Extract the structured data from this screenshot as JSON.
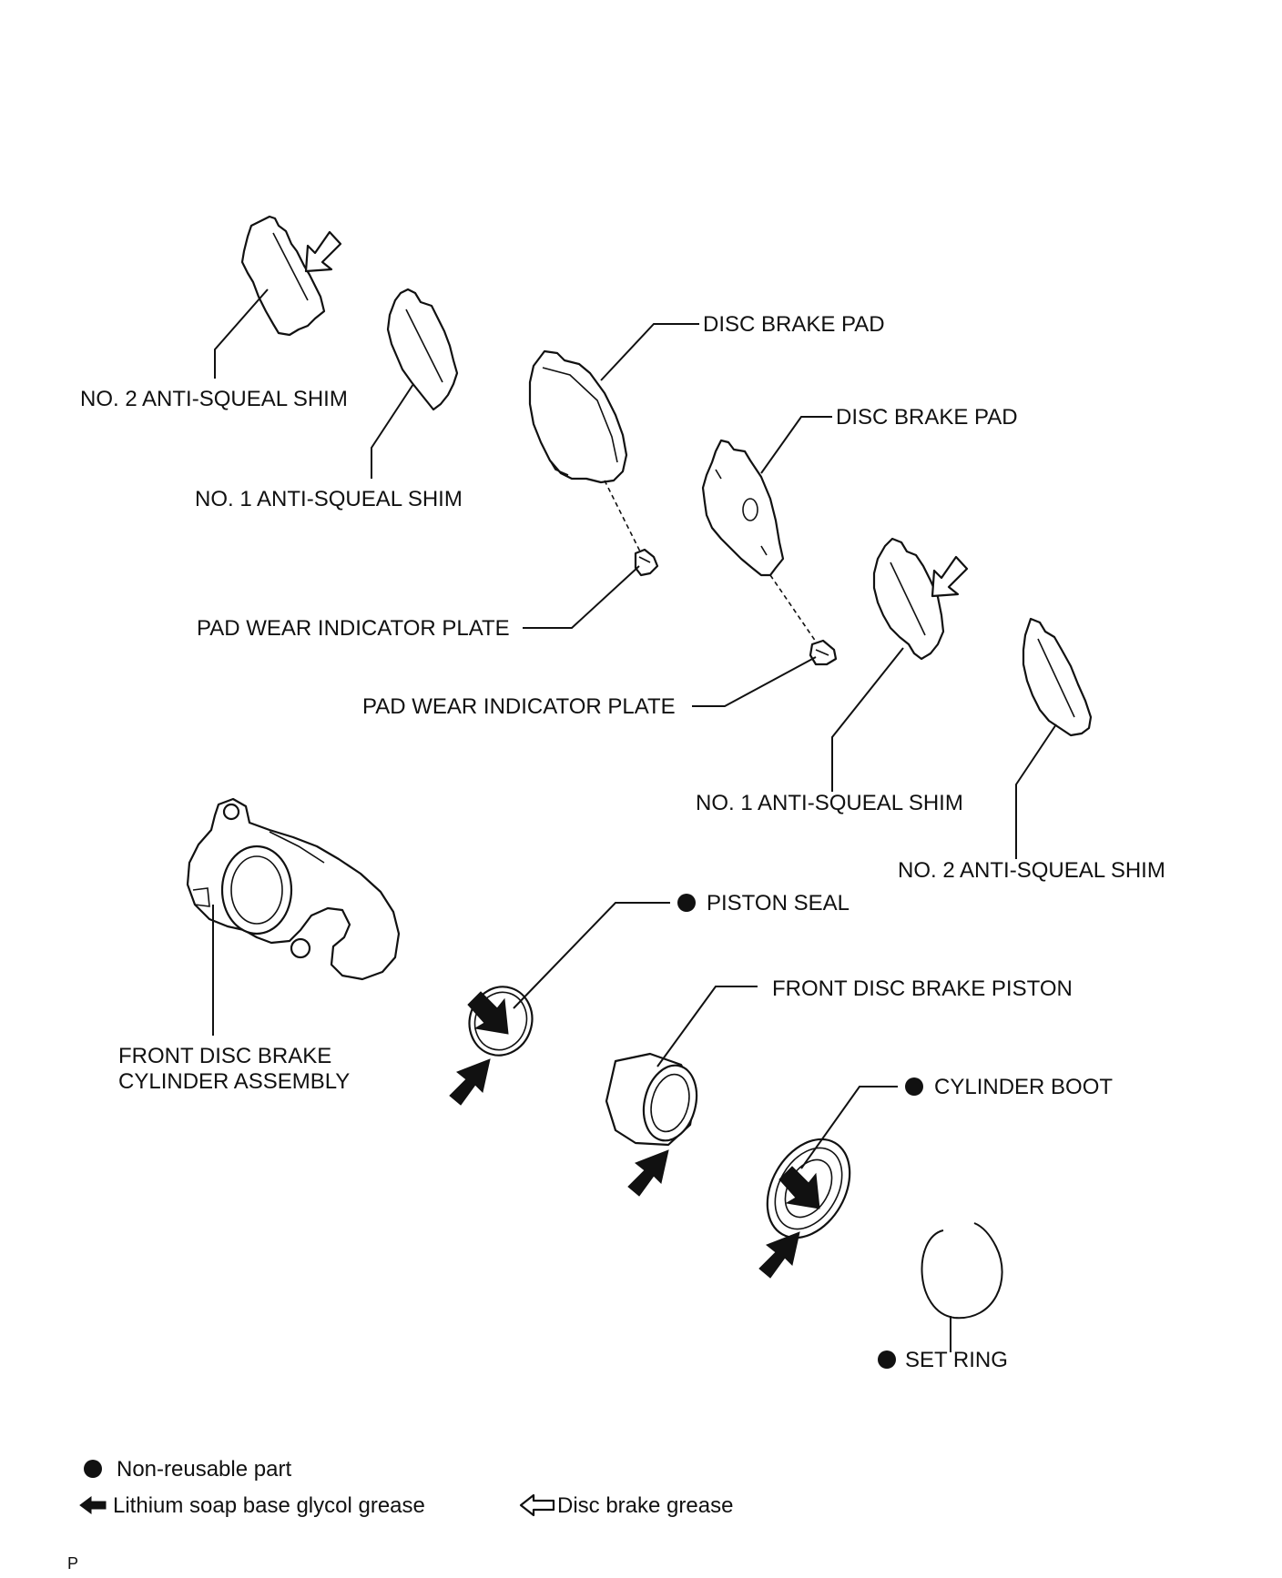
{
  "labels": {
    "shim2_upper": "NO. 2 ANTI-SQUEAL SHIM",
    "shim1_upper": "NO. 1 ANTI-SQUEAL SHIM",
    "pad_upper": "DISC BRAKE PAD",
    "pad_lower": "DISC BRAKE PAD",
    "indicator_upper": "PAD WEAR INDICATOR PLATE",
    "indicator_lower": "PAD WEAR INDICATOR PLATE",
    "shim1_lower": "NO. 1 ANTI-SQUEAL SHIM",
    "shim2_lower": "NO. 2 ANTI-SQUEAL SHIM",
    "piston_seal": "PISTON SEAL",
    "piston": "FRONT DISC BRAKE PISTON",
    "cylinder_line1": "FRONT DISC BRAKE",
    "cylinder_line2": "CYLINDER ASSEMBLY",
    "cylinder_boot": "CYLINDER BOOT",
    "set_ring": "SET RING"
  },
  "legend": {
    "non_reusable": "Non-reusable part",
    "lithium": "Lithium soap base glycol grease",
    "disc_grease": "Disc brake grease"
  },
  "footer": {
    "mark": "P"
  },
  "icons": {
    "non_reusable": "filled-circle-icon",
    "lithium": "solid-arrow-icon",
    "disc_grease": "outline-arrow-icon"
  }
}
